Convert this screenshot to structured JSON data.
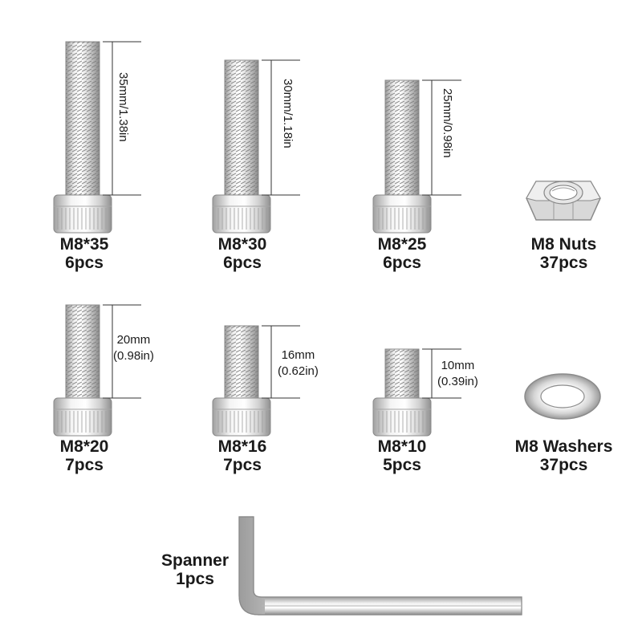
{
  "screws": [
    {
      "name": "M8*35",
      "qty": "6pcs",
      "size": "35mm/1.38in"
    },
    {
      "name": "M8*30",
      "qty": "6pcs",
      "size": "30mm/1.18in"
    },
    {
      "name": "M8*25",
      "qty": "6pcs",
      "size": "25mm/0.98in"
    },
    {
      "name": "M8*20",
      "qty": "7pcs",
      "size_mm": "20mm",
      "size_in": "(0.98in)"
    },
    {
      "name": "M8*16",
      "qty": "7pcs",
      "size_mm": "16mm",
      "size_in": "(0.62in)"
    },
    {
      "name": "M8*10",
      "qty": "5pcs",
      "size_mm": "10mm",
      "size_in": "(0.39in)"
    }
  ],
  "nuts": {
    "name": "M8 Nuts",
    "qty": "37pcs"
  },
  "washers": {
    "name": "M8 Washers",
    "qty": "37pcs"
  },
  "spanner": {
    "name": "Spanner",
    "qty": "1pcs"
  },
  "colors": {
    "metal_light": "#f2f2f2",
    "metal_mid": "#c8c8c8",
    "metal_dark": "#8e8e8e",
    "text": "#1a1a1a",
    "dimension_line": "#333333"
  }
}
